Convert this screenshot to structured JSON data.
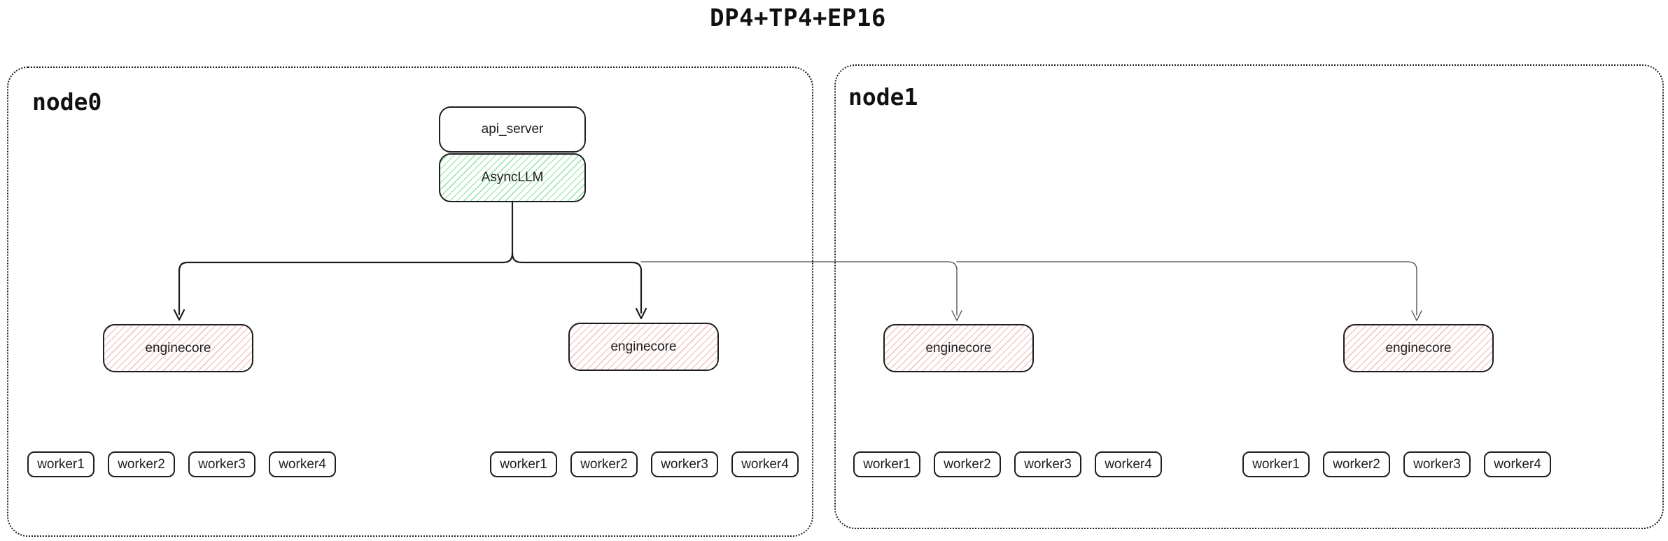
{
  "title": "DP4+TP4+EP16",
  "colors": {
    "ink": "#1e1e1e",
    "green_hatch": "#69db7c",
    "red_hatch": "#e88282",
    "thin_edge": "#4a4a4a"
  },
  "node0": {
    "label": "node0",
    "api_server_label": "api_server",
    "asyncllm_label": "AsyncLLM",
    "enginecore1_label": "enginecore",
    "enginecore2_label": "enginecore",
    "workers_group1": [
      "worker1",
      "worker2",
      "worker3",
      "worker4"
    ],
    "workers_group2": [
      "worker1",
      "worker2",
      "worker3",
      "worker4"
    ]
  },
  "node1": {
    "label": "node1",
    "enginecore1_label": "enginecore",
    "enginecore2_label": "enginecore",
    "workers_group1": [
      "worker1",
      "worker2",
      "worker3",
      "worker4"
    ],
    "workers_group2": [
      "worker1",
      "worker2",
      "worker3",
      "worker4"
    ]
  }
}
